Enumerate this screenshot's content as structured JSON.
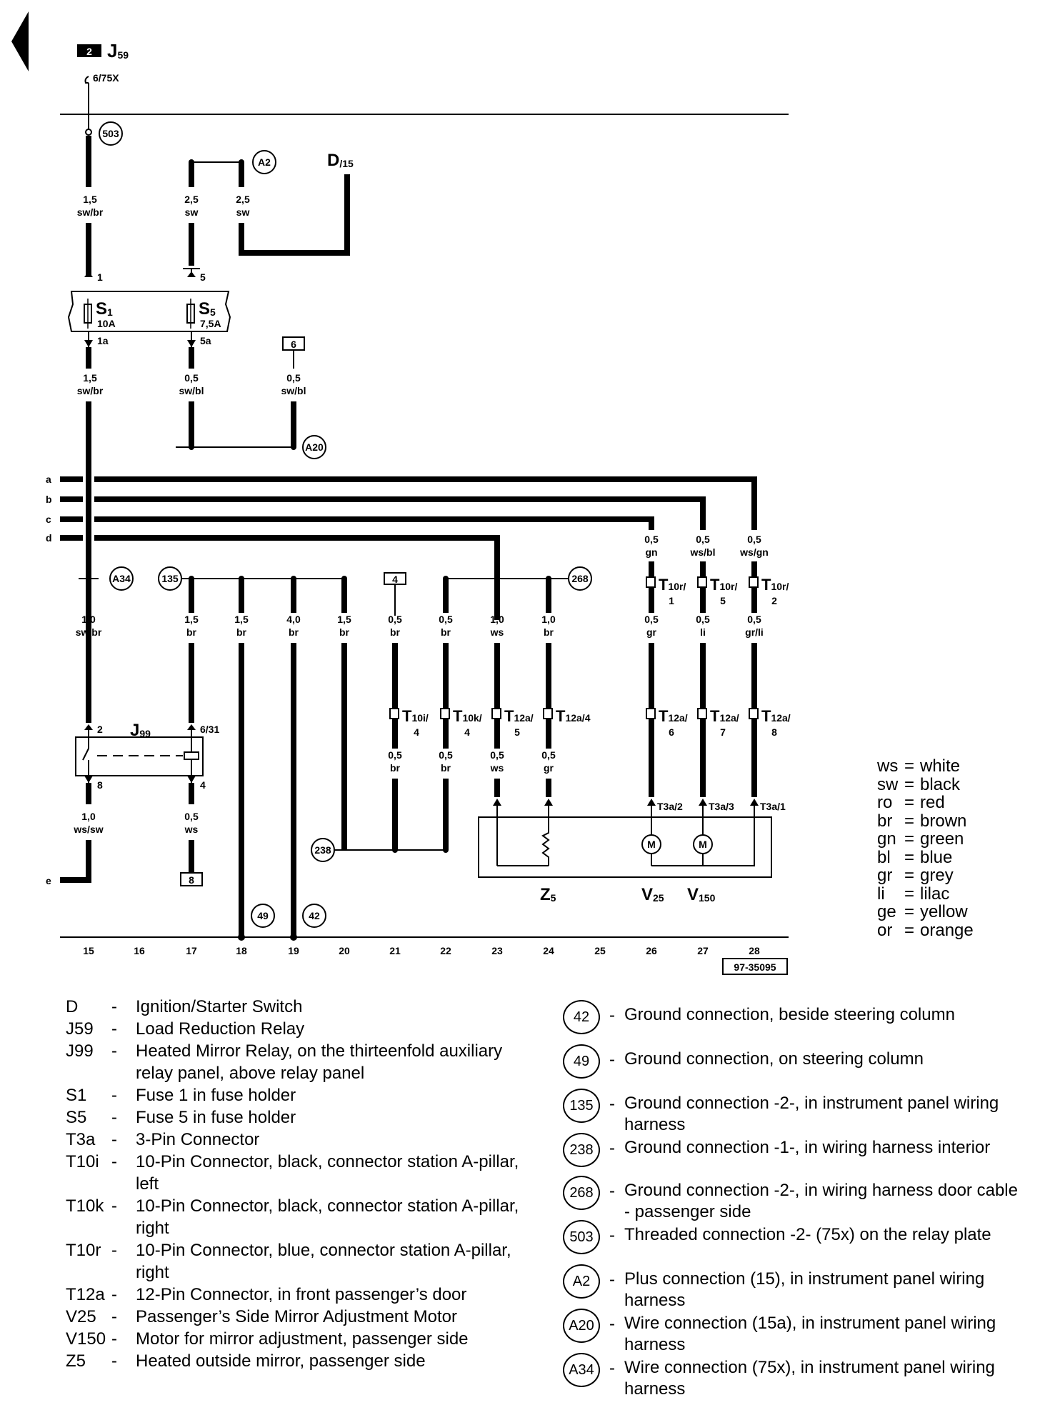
{
  "header": {
    "ref_box": "2",
    "relay": "J",
    "relay_sub": "59",
    "wire_top": "6/75X"
  },
  "connectors_circle": {
    "c503": "503",
    "a2": "A2",
    "a20": "A20",
    "a34": "A34",
    "c135": "135",
    "c268": "268",
    "c238": "238",
    "c49": "49",
    "c42": "42"
  },
  "components": {
    "d": "D",
    "d_sub": "/15",
    "s1": "S",
    "s1_sub": "1",
    "s1_amp": "10A",
    "s5": "S",
    "s5_sub": "5",
    "s5_amp": "7,5A",
    "j99": "J",
    "j99_sub": "99",
    "z5": "Z",
    "z5_sub": "5",
    "v25": "V",
    "v25_sub": "25",
    "v150": "V",
    "v150_sub": "150",
    "box6": "6",
    "box4": "4",
    "box8": "8",
    "fig_ref": "97-35095"
  },
  "wires": {
    "w15_top": [
      "1,5",
      "sw/br"
    ],
    "w17_top": [
      "2,5",
      "sw"
    ],
    "w18_top": [
      "2,5",
      "sw"
    ],
    "w15_mid": [
      "1,5",
      "sw/br"
    ],
    "w17_mid": [
      "0,5",
      "sw/bl"
    ],
    "w19_mid": [
      "0,5",
      "sw/bl"
    ],
    "w26_a": [
      "0,5",
      "gn"
    ],
    "w27_a": [
      "0,5",
      "ws/bl"
    ],
    "w28_a": [
      "0,5",
      "ws/gn"
    ],
    "w15_low": [
      "1,0",
      "sw/br"
    ],
    "w17_low": [
      "1,5",
      "br"
    ],
    "w18_low": [
      "1,5",
      "br"
    ],
    "w19_low": [
      "4,0",
      "br"
    ],
    "w20_low": [
      "1,5",
      "br"
    ],
    "w21_low": [
      "0,5",
      "br"
    ],
    "w22_low": [
      "0,5",
      "br"
    ],
    "w23_low": [
      "1,0",
      "ws"
    ],
    "w24_low": [
      "1,0",
      "br"
    ],
    "w26_low": [
      "0,5",
      "gr"
    ],
    "w27_low": [
      "0,5",
      "li"
    ],
    "w28_low": [
      "0,5",
      "gr/li"
    ],
    "w21_b": [
      "0,5",
      "br"
    ],
    "w22_b": [
      "0,5",
      "br"
    ],
    "w23_b": [
      "0,5",
      "ws"
    ],
    "w24_b": [
      "0,5",
      "gr"
    ],
    "w15_out": [
      "1,0",
      "ws/sw"
    ],
    "w17_out": [
      "0,5",
      "ws"
    ]
  },
  "pins": {
    "p1": "1",
    "p5": "5",
    "p1a": "1a",
    "p5a": "5a",
    "p2": "2",
    "p631": "6/31",
    "p8": "8",
    "p4": "4",
    "t3a2": "T3a/2",
    "t3a3": "T3a/3",
    "t3a1": "T3a/1"
  },
  "plugs": {
    "t10r1": [
      "T",
      "10r/",
      "1"
    ],
    "t10r5": [
      "T",
      "10r/",
      "5"
    ],
    "t10r2": [
      "T",
      "10r/",
      "2"
    ],
    "t10i4": [
      "T",
      "10i/",
      "4"
    ],
    "t10k4": [
      "T",
      "10k/",
      "4"
    ],
    "t12a5": [
      "T",
      "12a/",
      "5"
    ],
    "t12a4": [
      "T",
      "12a/4",
      ""
    ],
    "t12a6": [
      "T",
      "12a/",
      "6"
    ],
    "t12a7": [
      "T",
      "12a/",
      "7"
    ],
    "t12a8": [
      "T",
      "12a/",
      "8"
    ]
  },
  "bus_letters": [
    "a",
    "b",
    "c",
    "d",
    "e"
  ],
  "motor_symbol": "M",
  "columns": [
    "15",
    "16",
    "17",
    "18",
    "19",
    "20",
    "21",
    "22",
    "23",
    "24",
    "25",
    "26",
    "27",
    "28"
  ],
  "color_legend": [
    {
      "code": "ws",
      "name": "white"
    },
    {
      "code": "sw",
      "name": "black"
    },
    {
      "code": "ro",
      "name": "red"
    },
    {
      "code": "br",
      "name": "brown"
    },
    {
      "code": "gn",
      "name": "green"
    },
    {
      "code": "bl",
      "name": "blue"
    },
    {
      "code": "gr",
      "name": "grey"
    },
    {
      "code": "li",
      "name": "lilac"
    },
    {
      "code": "ge",
      "name": "yellow"
    },
    {
      "code": "or",
      "name": "orange"
    }
  ],
  "component_legend": [
    {
      "code": "D",
      "desc": "Ignition/Starter Switch"
    },
    {
      "code": "J59",
      "desc": "Load Reduction Relay"
    },
    {
      "code": "J99",
      "desc": "Heated Mirror Relay, on the thirteenfold auxiliary relay panel, above relay panel"
    },
    {
      "code": "S1",
      "desc": "Fuse 1 in fuse holder"
    },
    {
      "code": "S5",
      "desc": "Fuse 5 in fuse holder"
    },
    {
      "code": "T3a",
      "desc": "3-Pin Connector"
    },
    {
      "code": "T10i",
      "desc": "10-Pin Connector, black, connector station A-pillar, left"
    },
    {
      "code": "T10k",
      "desc": "10-Pin Connector, black, connector station A-pillar, right"
    },
    {
      "code": "T10r",
      "desc": "10-Pin Connector, blue, connector station A-pillar, right"
    },
    {
      "code": "T12a",
      "desc": "12-Pin Connector, in front passenger’s door"
    },
    {
      "code": "V25",
      "desc": "Passenger’s Side Mirror Adjustment Motor"
    },
    {
      "code": "V150",
      "desc": "Motor for mirror adjustment, passenger side"
    },
    {
      "code": "Z5",
      "desc": "Heated outside mirror, passenger side"
    }
  ],
  "connection_legend": [
    {
      "code": "42",
      "desc": "Ground connection, beside steering column"
    },
    {
      "code": "49",
      "desc": "Ground connection, on steering column"
    },
    {
      "code": "135",
      "desc": "Ground connection -2-, in instrument panel wiring harness"
    },
    {
      "code": "238",
      "desc": "Ground connection -1-, in wiring harness interior"
    },
    {
      "code": "268",
      "desc": "Ground connection -2-, in wiring harness door cable - passenger side"
    },
    {
      "code": "503",
      "desc": "Threaded connection -2- (75x) on the relay plate"
    },
    {
      "code": "A2",
      "desc": "Plus connection (15), in instrument panel wiring harness"
    },
    {
      "code": "A20",
      "desc": "Wire connection (15a), in instrument panel wiring harness"
    },
    {
      "code": "A34",
      "desc": "Wire connection (75x), in instrument panel wiring harness"
    }
  ]
}
